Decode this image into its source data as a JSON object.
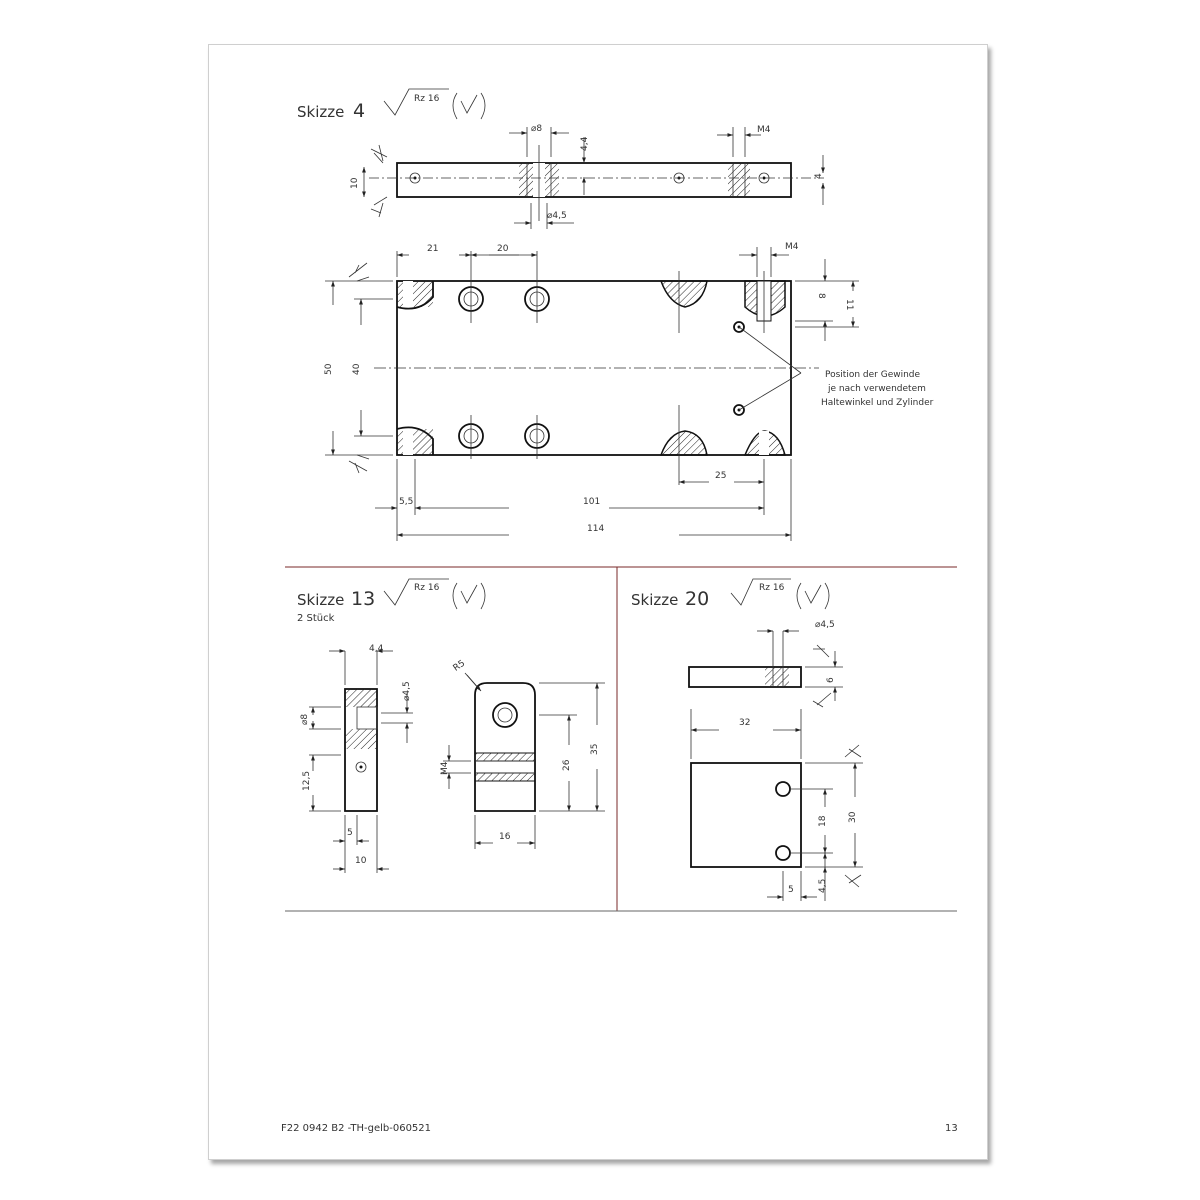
{
  "colors": {
    "frame_line": "#7a2a2a",
    "ink": "#111111"
  },
  "sketch4": {
    "label": "Skizze",
    "number": "4",
    "roughness": "Rz 16",
    "side_view": {
      "dim_dia8": "⌀8",
      "dim_4_4": "4,4",
      "dim_m4": "M4",
      "dim_10": "10",
      "dim_4": "4",
      "dim_dia4_5": "⌀4,5"
    },
    "top_view": {
      "dim_21": "21",
      "dim_20": "20",
      "dim_m4": "M4",
      "dim_8": "8",
      "dim_11": "11",
      "dim_50": "50",
      "dim_40": "40",
      "dim_25": "25",
      "dim_5_5": "5,5",
      "dim_101": "101",
      "dim_114": "114",
      "note_line1": "Position der Gewinde",
      "note_line2": "je nach verwendetem",
      "note_line3": "Haltewinkel und Zylinder"
    }
  },
  "sketch13": {
    "label": "Skizze",
    "number": "13",
    "roughness": "Rz 16",
    "quantity": "2 Stück",
    "dims": {
      "d4_4": "4,4",
      "d_dia4_5": "⌀4,5",
      "d_dia8": "⌀8",
      "d12_5": "12,5",
      "d5": "5",
      "d10": "10",
      "r5": "R5",
      "m4": "M4",
      "d26": "26",
      "d35": "35",
      "d16": "16"
    }
  },
  "sketch20": {
    "label": "Skizze",
    "number": "20",
    "roughness": "Rz 16",
    "dims": {
      "d_dia4_5": "⌀4,5",
      "d6": "6",
      "d32": "32",
      "d18": "18",
      "d30": "30",
      "d4_5": "4,5",
      "d5": "5"
    }
  },
  "footer": {
    "doc_code": "F22 0942  B2 -TH-gelb-060521",
    "page_number": "13"
  }
}
